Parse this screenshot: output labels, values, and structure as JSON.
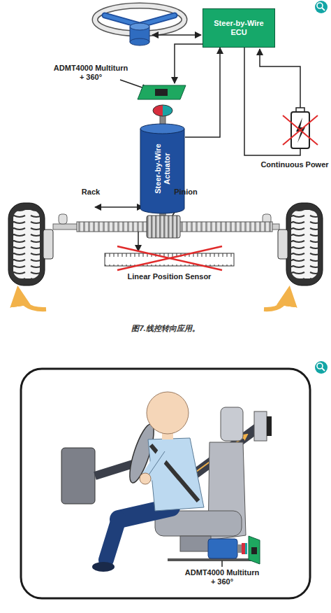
{
  "diagram": {
    "caption": "图7.线控转向应用。",
    "nodes": [
      {
        "text": [
          "Steer-by-Wire ECU"
        ]
      },
      {
        "text": [
          "Steer-by-Wire Actuator"
        ]
      }
    ],
    "edges": [
      {
        "from": 1,
        "to": 0,
        "arrow": "to"
      }
    ],
    "labels": [
      "ADMT4000 Multiturn + 360°",
      "Continuous Power",
      "Rack",
      "Pinion",
      "Linear Position Sensor",
      "ADMT4000 Multiturn + 360°"
    ]
  }
}
